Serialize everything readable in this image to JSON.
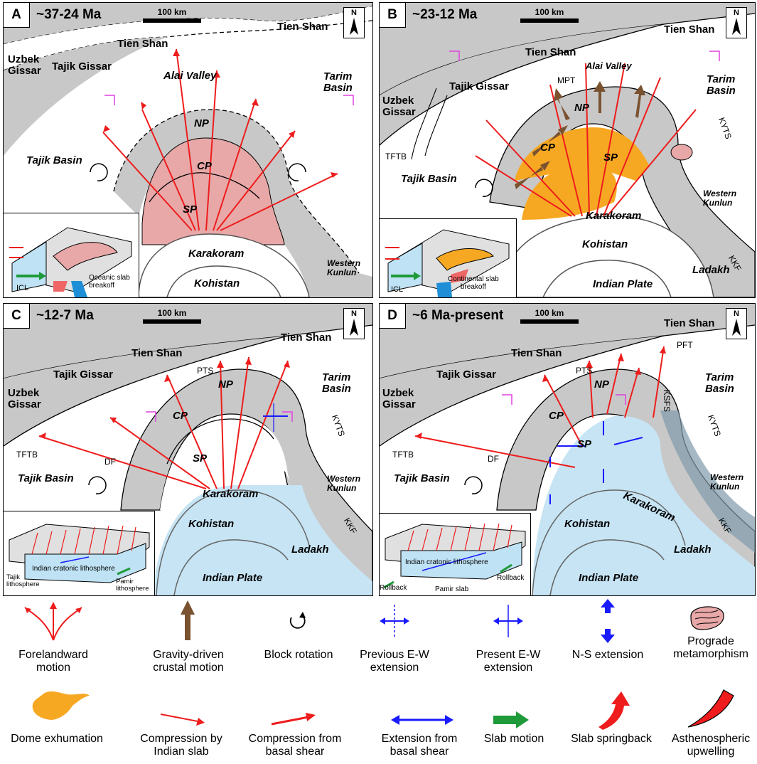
{
  "panels": [
    {
      "letter": "A",
      "title": "~37-24 Ma",
      "scale": "100 km",
      "north": "N",
      "labels": {
        "tienshan1": "Tien Shan",
        "tienshan2": "Tien Shan",
        "tajikgissar": "Tajik Gissar",
        "uzbek": "Uzbek\nGissar",
        "alai": "Alai Valley",
        "tarim": "Tarim\nBasin",
        "tajikbasin": "Tajik Basin",
        "np": "NP",
        "cp": "CP",
        "sp": "SP",
        "karakoram": "Karakoram",
        "kohistan": "Kohistan",
        "wkunlun": "Western\nKunlun"
      },
      "inset": {
        "icl": "ICL",
        "note": "Oceanic slab\nbreakoff"
      }
    },
    {
      "letter": "B",
      "title": "~23-12 Ma",
      "scale": "100 km",
      "north": "N",
      "labels": {
        "tienshan1": "Tien Shan",
        "tienshan2": "Tien Shan",
        "tajikgissar": "Tajik Gissar",
        "uzbek": "Uzbek\nGissar",
        "alai": "Alai Valley",
        "mpt": "MPT",
        "tarim": "Tarim\nBasin",
        "tftb": "TFTB",
        "tajikbasin": "Tajik Basin",
        "np": "NP",
        "cp": "CP",
        "sp": "SP",
        "kyts": "KYTS",
        "karakoram": "Karakoram",
        "wkunlun": "Western\nKunlun",
        "kohistan": "Kohistan",
        "ladakh": "Ladakh",
        "indian": "Indian Plate",
        "kkf": "KKF"
      },
      "inset": {
        "icl": "ICL",
        "note": "Continental slab\nbreakoff"
      }
    },
    {
      "letter": "C",
      "title": "~12-7 Ma",
      "scale": "100 km",
      "north": "N",
      "labels": {
        "tienshan1": "Tien Shan",
        "tienshan2": "Tien Shan",
        "tajikgissar": "Tajik Gissar",
        "uzbek": "Uzbek\nGissar",
        "pts": "PTS",
        "np": "NP",
        "tarim": "Tarim\nBasin",
        "cp": "CP",
        "kyts": "KYTS",
        "tftb": "TFTB",
        "df": "DF",
        "sp": "SP",
        "tajikbasin": "Tajik Basin",
        "karakoram": "Karakoram",
        "wkunlun": "Western\nKunlun",
        "kohistan": "Kohistan",
        "kkf": "KKF",
        "ladakh": "Ladakh",
        "indian": "Indian Plate"
      },
      "inset": {
        "craton": "Indian cratonic lithosphere",
        "tajiklith": "Tajik\nlithosphere",
        "pamirlith": "Pamir\nlithosphere"
      }
    },
    {
      "letter": "D",
      "title": "~6 Ma-present",
      "scale": "100 km",
      "north": "N",
      "labels": {
        "tienshan1": "Tien Shan",
        "tienshan2": "Tien Shan",
        "pft": "PFT",
        "tajikgissar": "Tajik Gissar",
        "uzbek": "Uzbek\nGissar",
        "pts": "PTS",
        "np": "NP",
        "tarim": "Tarim\nBasin",
        "ksfs": "KSFS",
        "cp": "CP",
        "kyts": "KYTS",
        "tftb": "TFTB",
        "df": "DF",
        "sp": "SP",
        "tajikbasin": "Tajik Basin",
        "wkunlun": "Western\nKunlun",
        "karakoram": "Karakoram",
        "kohistan": "Kohistan",
        "kkf": "KKF",
        "ladakh": "Ladakh",
        "indian": "Indian Plate"
      },
      "inset": {
        "craton": "Indian cratonic lithosphere",
        "rollback1": "Rollback",
        "rollback2": "Rollback",
        "pamirslab": "Pamir slab"
      }
    }
  ],
  "legend": [
    {
      "label": "Forelandward motion",
      "icon": "red-fan-arrows-icon"
    },
    {
      "label": "Gravity-driven\ncrustal motion",
      "icon": "brown-arrow-icon"
    },
    {
      "label": "Block rotation",
      "icon": "rotation-arrow-icon"
    },
    {
      "label": "Previous E-W\nextension",
      "icon": "dashed-extension-icon"
    },
    {
      "label": "Present E-W\nextension",
      "icon": "solid-extension-icon"
    },
    {
      "label": "N-S extension",
      "icon": "ns-extension-icon"
    },
    {
      "label": "Prograde\nmetamorphism",
      "icon": "prograde-metamorphism-icon"
    },
    {
      "label": "Dome exhumation",
      "icon": "dome-exhumation-icon"
    },
    {
      "label": "Compression by\nIndian slab",
      "icon": "thin-red-arrow-icon"
    },
    {
      "label": "Compression from\nbasal shear",
      "icon": "red-arrow-icon"
    },
    {
      "label": "Extension from\nbasal shear",
      "icon": "blue-double-arrow-icon"
    },
    {
      "label": "Slab motion",
      "icon": "green-arrow-icon"
    },
    {
      "label": "Slab springback",
      "icon": "curved-red-arrow-icon"
    },
    {
      "label": "Asthenospheric\nupwelling",
      "icon": "red-wedge-icon"
    }
  ],
  "colors": {
    "gray": "#c8c8c8",
    "red": "#ee1c1c",
    "brown": "#7a5230",
    "blue": "#1a1aff",
    "lightblue": "#c6e4f4",
    "orange": "#f7a823",
    "pink": "#e8a8a8",
    "green": "#1e9a3a",
    "magenta": "#e040e0"
  }
}
